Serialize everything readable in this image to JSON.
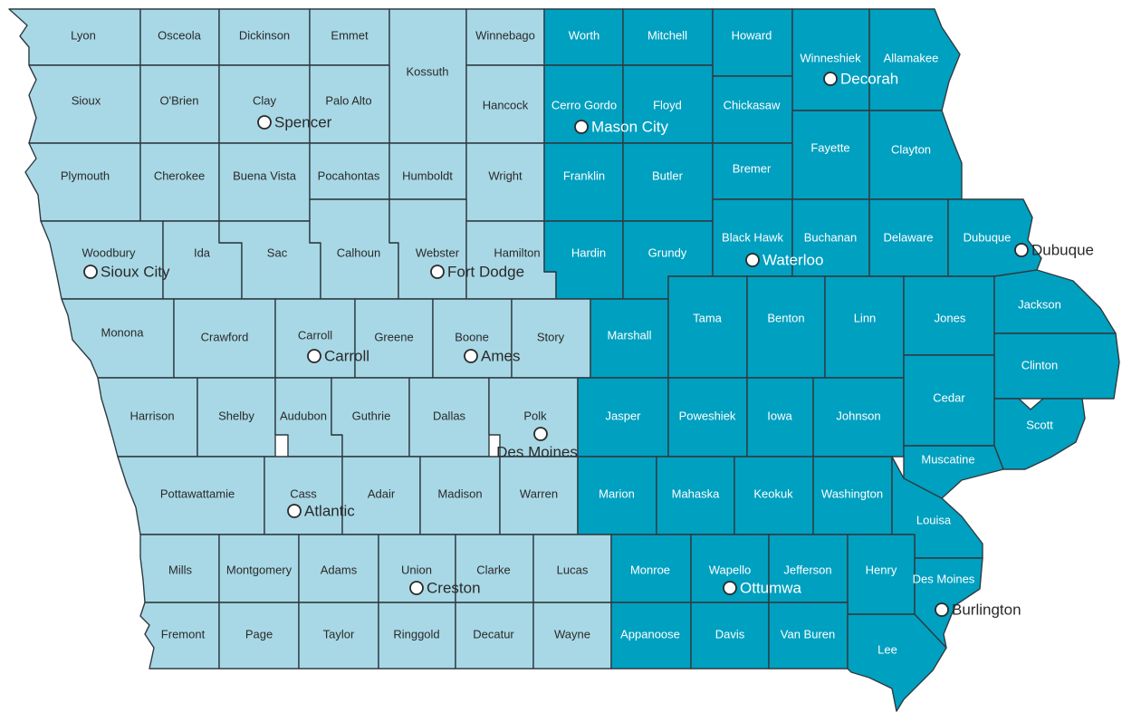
{
  "colors": {
    "west_region": "#a8d8e6",
    "east_region": "#00a0c0",
    "border": "#2f3a40",
    "west_label": "#2a2a2a",
    "east_label": "#ffffff",
    "city_marker_fill": "#ffffff",
    "city_marker_stroke": "#2a2a2a"
  },
  "counties": [
    {
      "name": "Lyon",
      "region": "west"
    },
    {
      "name": "Osceola",
      "region": "west"
    },
    {
      "name": "Dickinson",
      "region": "west"
    },
    {
      "name": "Emmet",
      "region": "west"
    },
    {
      "name": "Kossuth",
      "region": "west"
    },
    {
      "name": "Winnebago",
      "region": "west"
    },
    {
      "name": "Worth",
      "region": "east"
    },
    {
      "name": "Mitchell",
      "region": "east"
    },
    {
      "name": "Howard",
      "region": "east"
    },
    {
      "name": "Winneshiek",
      "region": "east"
    },
    {
      "name": "Allamakee",
      "region": "east"
    },
    {
      "name": "Sioux",
      "region": "west"
    },
    {
      "name": "O'Brien",
      "region": "west"
    },
    {
      "name": "Clay",
      "region": "west"
    },
    {
      "name": "Palo Alto",
      "region": "west"
    },
    {
      "name": "Hancock",
      "region": "west"
    },
    {
      "name": "Cerro Gordo",
      "region": "east"
    },
    {
      "name": "Floyd",
      "region": "east"
    },
    {
      "name": "Chickasaw",
      "region": "east"
    },
    {
      "name": "Fayette",
      "region": "east"
    },
    {
      "name": "Clayton",
      "region": "east"
    },
    {
      "name": "Plymouth",
      "region": "west"
    },
    {
      "name": "Cherokee",
      "region": "west"
    },
    {
      "name": "Buena Vista",
      "region": "west"
    },
    {
      "name": "Pocahontas",
      "region": "west"
    },
    {
      "name": "Humboldt",
      "region": "west"
    },
    {
      "name": "Wright",
      "region": "west"
    },
    {
      "name": "Franklin",
      "region": "east"
    },
    {
      "name": "Butler",
      "region": "east"
    },
    {
      "name": "Bremer",
      "region": "east"
    },
    {
      "name": "Woodbury",
      "region": "west"
    },
    {
      "name": "Ida",
      "region": "west"
    },
    {
      "name": "Sac",
      "region": "west"
    },
    {
      "name": "Calhoun",
      "region": "west"
    },
    {
      "name": "Webster",
      "region": "west"
    },
    {
      "name": "Hamilton",
      "region": "west"
    },
    {
      "name": "Hardin",
      "region": "east"
    },
    {
      "name": "Grundy",
      "region": "east"
    },
    {
      "name": "Black Hawk",
      "region": "east"
    },
    {
      "name": "Buchanan",
      "region": "east"
    },
    {
      "name": "Delaware",
      "region": "east"
    },
    {
      "name": "Dubuque",
      "region": "east"
    },
    {
      "name": "Monona",
      "region": "west"
    },
    {
      "name": "Crawford",
      "region": "west"
    },
    {
      "name": "Carroll",
      "region": "west"
    },
    {
      "name": "Greene",
      "region": "west"
    },
    {
      "name": "Boone",
      "region": "west"
    },
    {
      "name": "Story",
      "region": "west"
    },
    {
      "name": "Marshall",
      "region": "east"
    },
    {
      "name": "Tama",
      "region": "east"
    },
    {
      "name": "Benton",
      "region": "east"
    },
    {
      "name": "Linn",
      "region": "east"
    },
    {
      "name": "Jones",
      "region": "east"
    },
    {
      "name": "Jackson",
      "region": "east"
    },
    {
      "name": "Clinton",
      "region": "east"
    },
    {
      "name": "Harrison",
      "region": "west"
    },
    {
      "name": "Shelby",
      "region": "west"
    },
    {
      "name": "Audubon",
      "region": "west"
    },
    {
      "name": "Guthrie",
      "region": "west"
    },
    {
      "name": "Dallas",
      "region": "west"
    },
    {
      "name": "Polk",
      "region": "west"
    },
    {
      "name": "Jasper",
      "region": "east"
    },
    {
      "name": "Poweshiek",
      "region": "east"
    },
    {
      "name": "Iowa",
      "region": "east"
    },
    {
      "name": "Johnson",
      "region": "east"
    },
    {
      "name": "Cedar",
      "region": "east"
    },
    {
      "name": "Scott",
      "region": "east"
    },
    {
      "name": "Muscatine",
      "region": "east"
    },
    {
      "name": "Pottawattamie",
      "region": "west"
    },
    {
      "name": "Cass",
      "region": "west"
    },
    {
      "name": "Adair",
      "region": "west"
    },
    {
      "name": "Madison",
      "region": "west"
    },
    {
      "name": "Warren",
      "region": "west"
    },
    {
      "name": "Marion",
      "region": "east"
    },
    {
      "name": "Mahaska",
      "region": "east"
    },
    {
      "name": "Keokuk",
      "region": "east"
    },
    {
      "name": "Washington",
      "region": "east"
    },
    {
      "name": "Louisa",
      "region": "east"
    },
    {
      "name": "Mills",
      "region": "west"
    },
    {
      "name": "Montgomery",
      "region": "west"
    },
    {
      "name": "Adams",
      "region": "west"
    },
    {
      "name": "Union",
      "region": "west"
    },
    {
      "name": "Clarke",
      "region": "west"
    },
    {
      "name": "Lucas",
      "region": "west"
    },
    {
      "name": "Monroe",
      "region": "east"
    },
    {
      "name": "Wapello",
      "region": "east"
    },
    {
      "name": "Jefferson",
      "region": "east"
    },
    {
      "name": "Henry",
      "region": "east"
    },
    {
      "name": "Des Moines",
      "region": "east"
    },
    {
      "name": "Fremont",
      "region": "west"
    },
    {
      "name": "Page",
      "region": "west"
    },
    {
      "name": "Taylor",
      "region": "west"
    },
    {
      "name": "Ringgold",
      "region": "west"
    },
    {
      "name": "Decatur",
      "region": "west"
    },
    {
      "name": "Wayne",
      "region": "west"
    },
    {
      "name": "Appanoose",
      "region": "east"
    },
    {
      "name": "Davis",
      "region": "east"
    },
    {
      "name": "Van Buren",
      "region": "east"
    },
    {
      "name": "Lee",
      "region": "east"
    }
  ],
  "cities": [
    {
      "name": "Spencer",
      "region": "west"
    },
    {
      "name": "Decorah",
      "region": "east"
    },
    {
      "name": "Mason City",
      "region": "east"
    },
    {
      "name": "Sioux City",
      "region": "west"
    },
    {
      "name": "Fort Dodge",
      "region": "west"
    },
    {
      "name": "Waterloo",
      "region": "east"
    },
    {
      "name": "Dubuque",
      "region": "outside"
    },
    {
      "name": "Carroll",
      "region": "west"
    },
    {
      "name": "Ames",
      "region": "west"
    },
    {
      "name": "Des Moines",
      "region": "west"
    },
    {
      "name": "Atlantic",
      "region": "west"
    },
    {
      "name": "Creston",
      "region": "west"
    },
    {
      "name": "Ottumwa",
      "region": "east"
    },
    {
      "name": "Burlington",
      "region": "outside"
    }
  ]
}
